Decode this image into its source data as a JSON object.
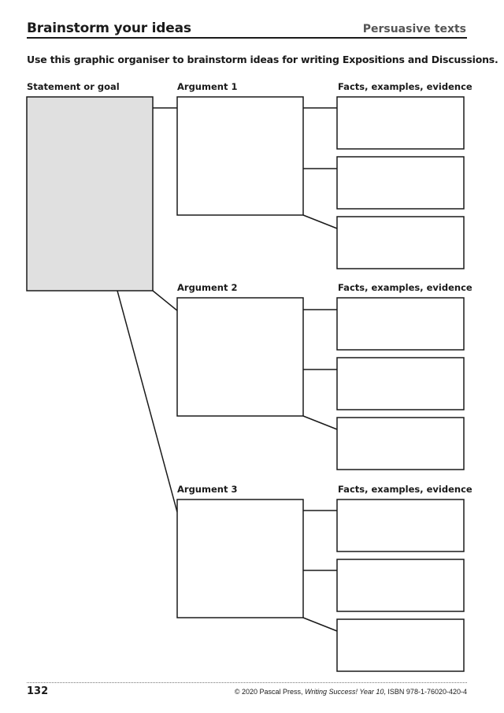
{
  "header": {
    "title": "Brainstorm your ideas",
    "section": "Persuasive texts"
  },
  "instruction": "Use this graphic organiser to brainstorm ideas for writing Expositions and Discussions.",
  "labels": {
    "statement": "Statement or goal",
    "arguments": [
      "Argument 1",
      "Argument 2",
      "Argument 3"
    ],
    "facts": "Facts, examples, evidence"
  },
  "colors": {
    "statement_fill": "#e0e0e0",
    "stroke": "#1a1a1a"
  },
  "footer": {
    "page_number": "132",
    "copyright_prefix": "© 2020 Pascal Press, ",
    "book_title": "Writing Success! Year 10",
    "isbn": ", ISBN 978-1-76020-420-4"
  }
}
